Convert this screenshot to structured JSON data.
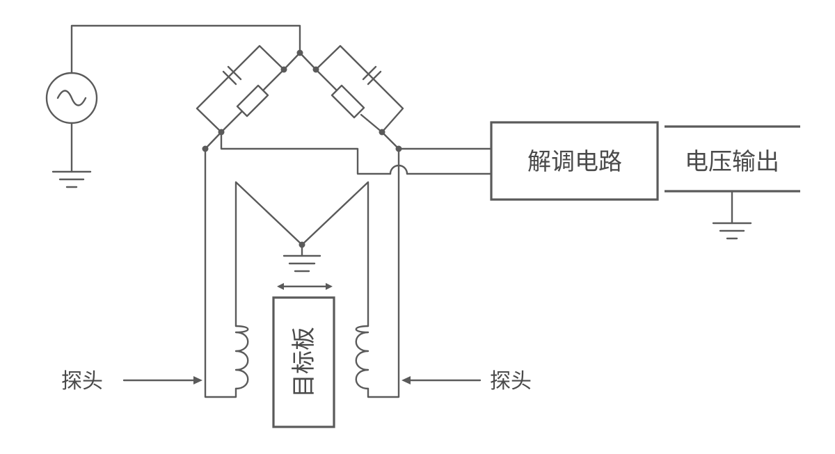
{
  "diagram": {
    "demod_block": "解调电路",
    "output_block": "电压输出",
    "target_label": "目标板",
    "probe_left_label": "探头",
    "probe_right_label": "探头"
  },
  "colors": {
    "line": "#5a5a5a",
    "text": "#4a4a4a",
    "background": "#ffffff"
  }
}
